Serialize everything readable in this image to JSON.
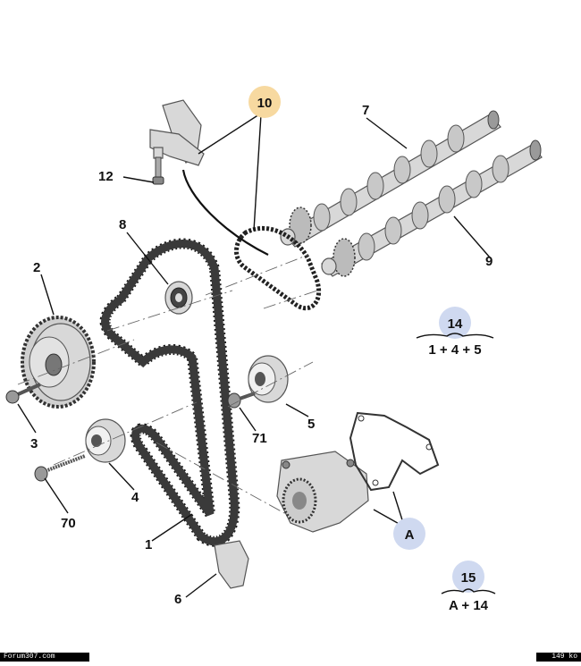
{
  "diagram": {
    "callouts": {
      "c1": "1",
      "c2": "2",
      "c3": "3",
      "c4": "4",
      "c5": "5",
      "c6": "6",
      "c7": "7",
      "c8": "8",
      "c9": "9",
      "c10": "10",
      "c12": "12",
      "c70": "70",
      "c71": "71"
    },
    "badges": {
      "b10": "10",
      "b14": "14",
      "b15": "15",
      "bA": "A"
    },
    "kits": {
      "kit14_formula": "1 + 4 + 5",
      "kit15_formula": "A + 14"
    },
    "colors": {
      "badge_orange": "#f7d9a0",
      "badge_blue": "#cfd9f0"
    }
  },
  "footer": {
    "left": "Forum307.com",
    "right": "149 ko"
  }
}
